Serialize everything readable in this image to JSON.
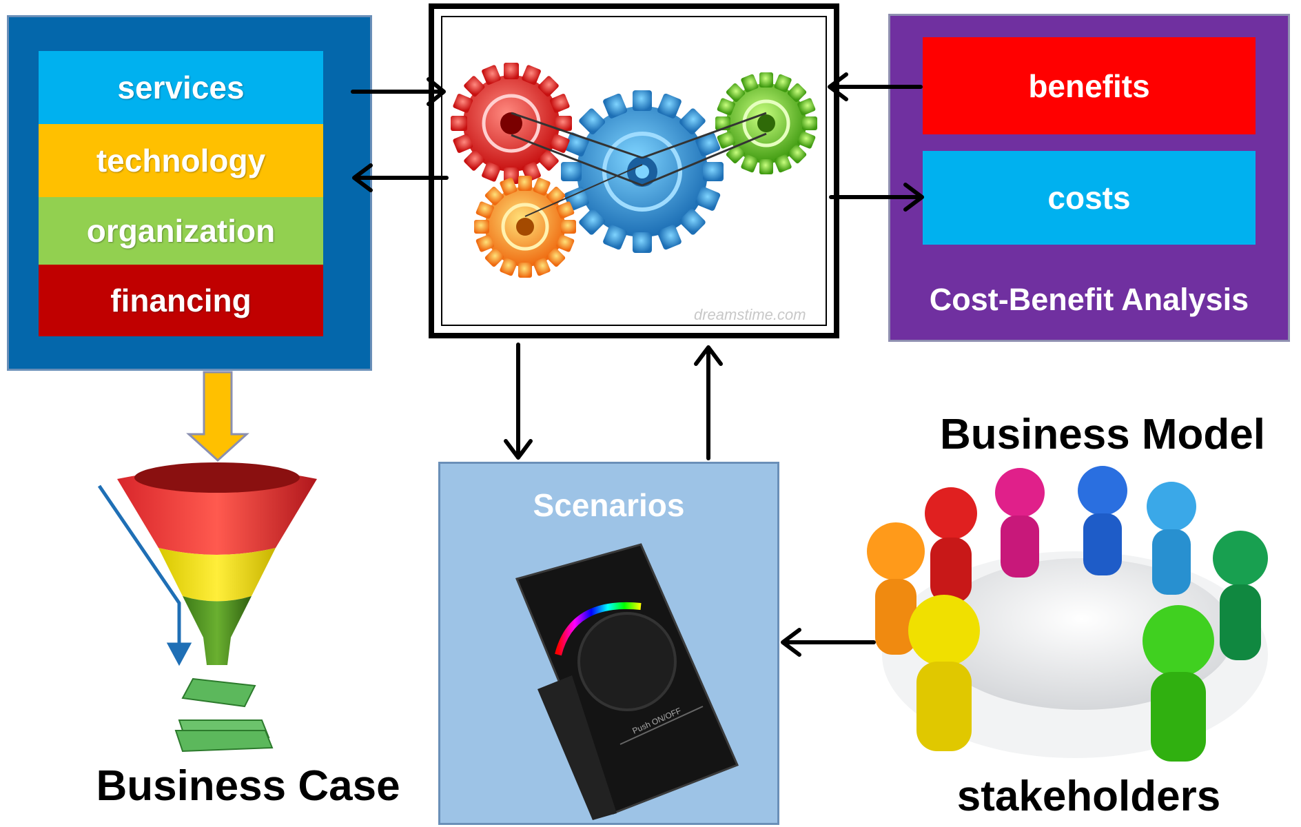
{
  "left_panel": {
    "items": [
      {
        "label": "services"
      },
      {
        "label": "technology"
      },
      {
        "label": "organization"
      },
      {
        "label": "financing"
      }
    ]
  },
  "gears_image": {
    "watermark": "dreamstime.com"
  },
  "cost_benefit": {
    "benefits_label": "benefits",
    "costs_label": "costs",
    "title": "Cost-Benefit Analysis"
  },
  "scenarios": {
    "title": "Scenarios",
    "device_label": "Push ON/OFF"
  },
  "labels": {
    "business_case": "Business Case",
    "business_model": "Business Model",
    "stakeholders": "stakeholders"
  },
  "colors": {
    "services": "#00b1ef",
    "technology": "#ffc000",
    "organization": "#92d050",
    "financing": "#c00000",
    "benefits": "#ff0000",
    "costs": "#00b1ef",
    "left_panel": "#0467ab",
    "right_panel": "#7030a0",
    "scenarios": "#9dc3e6"
  }
}
